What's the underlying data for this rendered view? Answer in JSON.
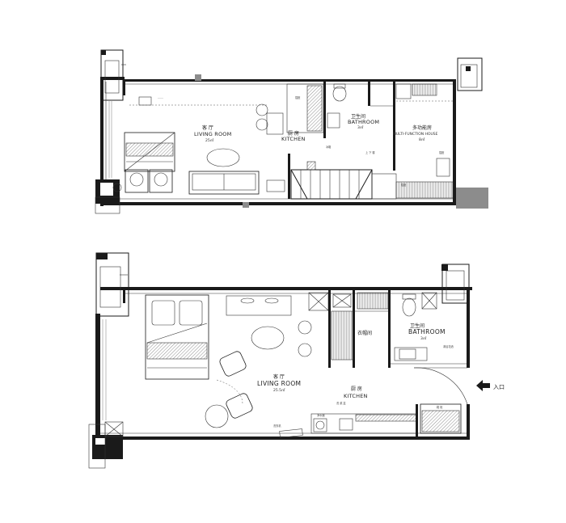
{
  "upper_floor": {
    "living": {
      "cn": "客 厅",
      "en": "LIVING ROOM",
      "area": "25㎡"
    },
    "kitchen": {
      "cn": "厨 房",
      "en": "KITCHEN"
    },
    "bathroom": {
      "cn": "卫生间",
      "en": "BATHROOM",
      "area": "3㎡"
    },
    "multi": {
      "cn": "多功能房",
      "en": "MULTI-FUNCTION HOUSE",
      "area": "8㎡"
    }
  },
  "lower_floor": {
    "living": {
      "cn": "客 厅",
      "en": "LIVING ROOM",
      "area": "25.5㎡"
    },
    "kitchen": {
      "cn": "厨 房",
      "en": "KITCHEN"
    },
    "bathroom": {
      "cn": "卫生间",
      "en": "BATHROOM",
      "area": "3㎡"
    },
    "closet": {
      "cn": "衣帽间"
    },
    "entrance": {
      "cn": "入口"
    }
  },
  "icons": {
    "entrance_arrow": "arrow-left-icon"
  }
}
